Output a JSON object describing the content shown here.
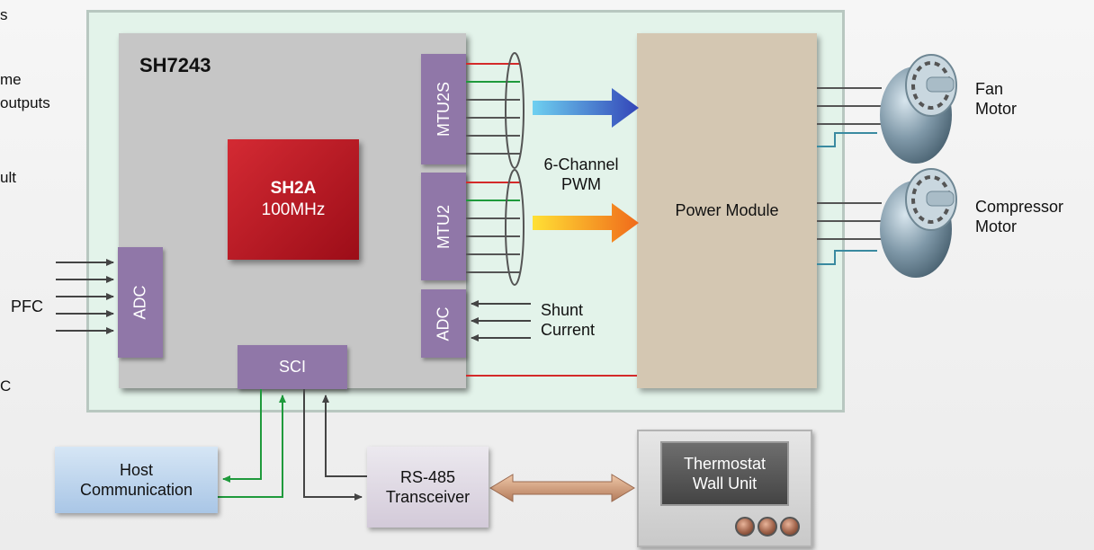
{
  "left_fragments": [
    "s",
    "me",
    "outputs",
    "ult",
    "C"
  ],
  "chip": {
    "name": "SH7243",
    "core_line1": "SH2A",
    "core_line2": "100MHz",
    "mtu2s_label": "MTU2S",
    "mtu2_label": "MTU2",
    "adc_right_label": "ADC",
    "adc_left_label": "ADC",
    "sci_label": "SCI"
  },
  "pwm_label_line1": "6-Channel",
  "pwm_label_line2": "PWM",
  "power_module_label": "Power Module",
  "shunt_line1": "Shunt",
  "shunt_line2": "Current",
  "pfc_label": "PFC",
  "fan_motor": {
    "line1": "Fan",
    "line2": "Motor"
  },
  "compressor_motor": {
    "line1": "Compressor",
    "line2": "Motor"
  },
  "host": {
    "line1": "Host",
    "line2": "Communication"
  },
  "rs485": {
    "line1": "RS-485",
    "line2": "Transceiver"
  },
  "thermostat": {
    "line1": "Thermostat",
    "line2": "Wall Unit"
  },
  "colors": {
    "board_bg": "#e3f3ea",
    "chip": "#c6c6c6",
    "core": "#b8161f",
    "peripheral": "#9077a8",
    "power_module": "#d4c7b2",
    "red_line": "#d42a2a",
    "green_line": "#1f9a3c",
    "blue_arrow": "#3a62c8",
    "orange_arrow": "#f28a1e"
  }
}
